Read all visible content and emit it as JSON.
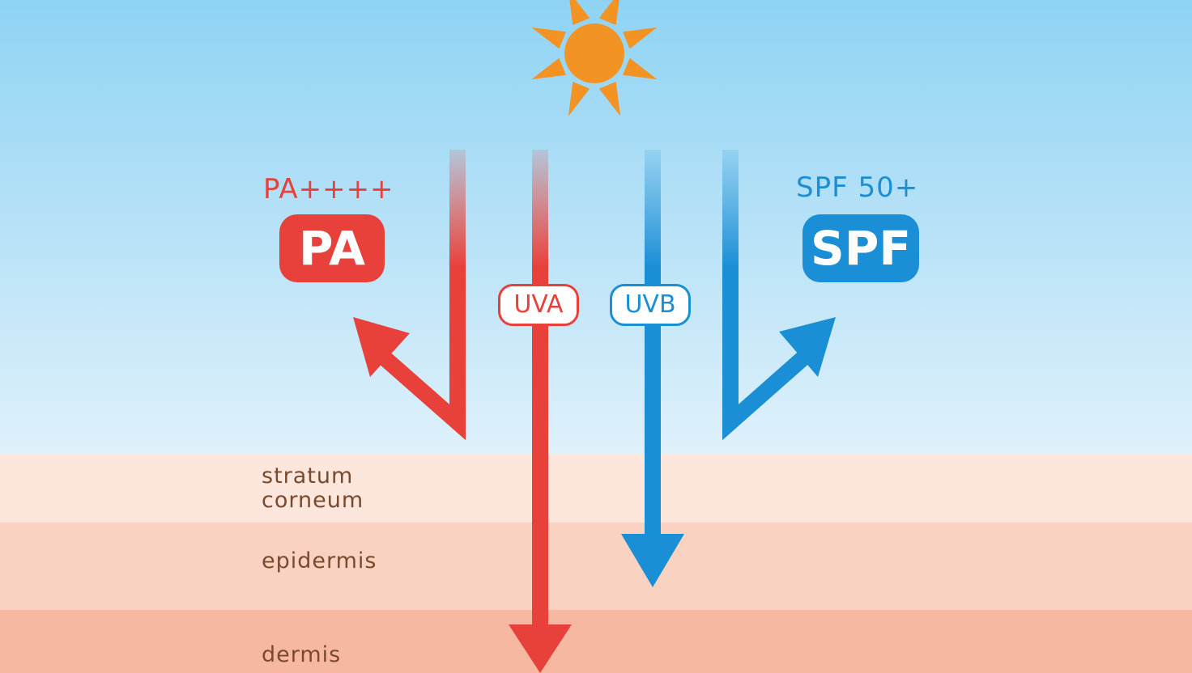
{
  "colors": {
    "uva": "#e8413b",
    "uvb": "#1a8fd6",
    "sun": "#f39323",
    "sky_top": "#8fd3f4",
    "sky_bottom": "#dff1fb",
    "stratum_corneum": "#fde6dc",
    "epidermis": "#fad2c2",
    "dermis": "#f7b8a2",
    "layer_text": "#7a4a2e"
  },
  "icons": {
    "sun": "sun-icon",
    "arrows": "arrow-icon"
  },
  "pa": {
    "rating": "PA++++",
    "badge": "PA"
  },
  "spf": {
    "rating": "SPF 50+",
    "badge": "SPF"
  },
  "rays": {
    "uva": "UVA",
    "uvb": "UVB"
  },
  "skin_layers": {
    "stratum_corneum": "stratum\ncorneum",
    "epidermis": "epidermis",
    "dermis": "dermis"
  }
}
